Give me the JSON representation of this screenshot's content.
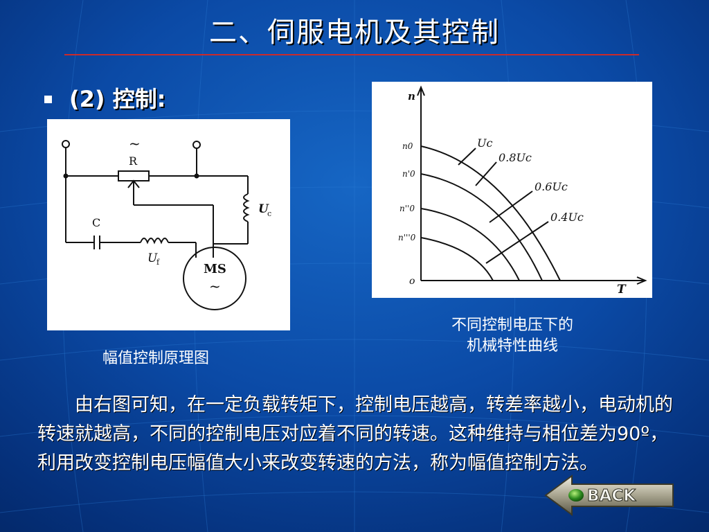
{
  "slide": {
    "title": "二、伺服电机及其控制",
    "subheading": "(2) 控制:",
    "circuit": {
      "caption": "幅值控制原理图",
      "labels": {
        "resistor_symbol": "~",
        "resistor": "R",
        "capacitor": "C",
        "control_voltage": "U",
        "control_voltage_sub": "c",
        "field_voltage": "U",
        "field_voltage_sub": "f",
        "motor": "MS",
        "motor_symbol": "~"
      }
    },
    "characteristic_chart": {
      "caption_line1": "不同控制电压下的",
      "caption_line2": "机械特性曲线",
      "y_axis_label": "n",
      "x_axis_label": "T",
      "origin_label": "o",
      "y_ticks": [
        "n0",
        "n'0",
        "n''0",
        "n'''0"
      ],
      "curves": [
        "Uc",
        "0.8Uc",
        "0.6Uc",
        "0.4Uc"
      ]
    },
    "paragraph": "由右图可知，在一定负载转矩下，控制电压越高，转差率越小，电动机的转速就越高，不同的控制电压对应着不同的转速。这种维持与相位差为90º，利用改变控制电压幅值大小来改变转速的方法，称为幅值控制方法。",
    "back_button": "BACK"
  }
}
